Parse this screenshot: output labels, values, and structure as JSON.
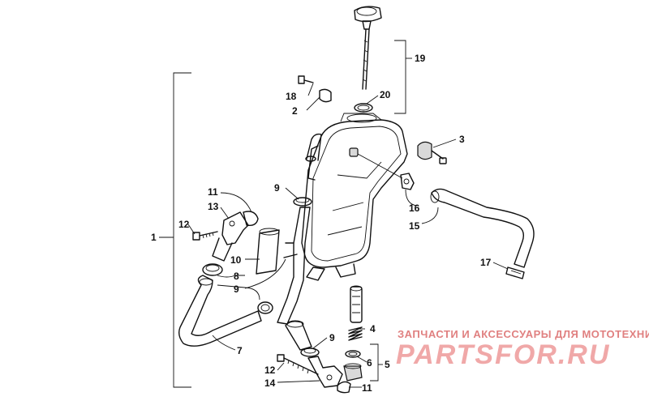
{
  "callouts": [
    {
      "id": "c19",
      "text": "19"
    },
    {
      "id": "c20",
      "text": "20"
    },
    {
      "id": "c18",
      "text": "18"
    },
    {
      "id": "c2",
      "text": "2"
    },
    {
      "id": "c3",
      "text": "3"
    },
    {
      "id": "c9a",
      "text": "9"
    },
    {
      "id": "c11a",
      "text": "11"
    },
    {
      "id": "c13",
      "text": "13"
    },
    {
      "id": "c12a",
      "text": "12"
    },
    {
      "id": "c1",
      "text": "1"
    },
    {
      "id": "c16",
      "text": "16"
    },
    {
      "id": "c15",
      "text": "15"
    },
    {
      "id": "c10",
      "text": "10"
    },
    {
      "id": "c8",
      "text": "8"
    },
    {
      "id": "c9b",
      "text": "9"
    },
    {
      "id": "c17",
      "text": "17"
    },
    {
      "id": "c4",
      "text": "4"
    },
    {
      "id": "c9c",
      "text": "9"
    },
    {
      "id": "c7",
      "text": "7"
    },
    {
      "id": "c6",
      "text": "6"
    },
    {
      "id": "c5",
      "text": "5"
    },
    {
      "id": "c12b",
      "text": "12"
    },
    {
      "id": "c14",
      "text": "14"
    },
    {
      "id": "c11b",
      "text": "11"
    }
  ],
  "watermark": {
    "tagline": "ЗАПЧАСТИ И АКСЕССУАРЫ ДЛЯ МОТОТЕХНИКИ",
    "logo": "PARTSFOR.RU"
  },
  "colors": {
    "line": "#111111",
    "watermark_text": "#e08080",
    "watermark_logo": "#f0a8a8"
  }
}
